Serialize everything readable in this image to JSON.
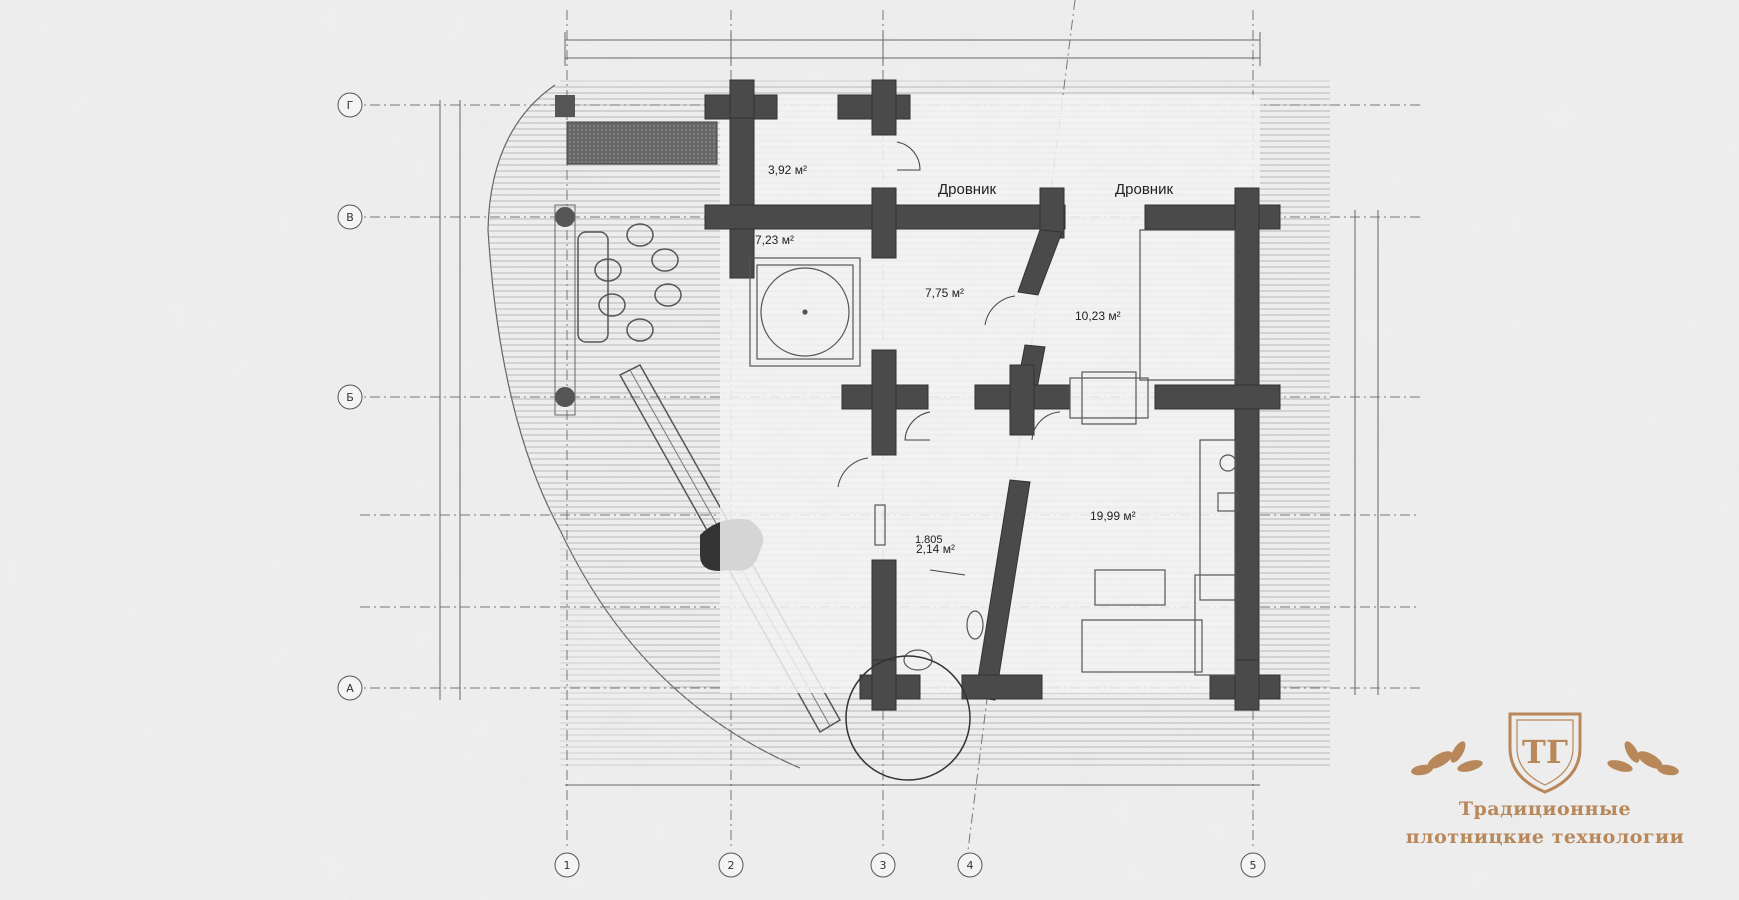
{
  "rooms": {
    "r392": "3,92 м²",
    "r723": "7,23 м²",
    "r775": "7,75 м²",
    "r1023": "10,23 м²",
    "r1999": "19,99 м²",
    "r214": "2,14 м²",
    "r214_dim": "1.805"
  },
  "woodshed_labels": [
    "Дровник",
    "Дровник"
  ],
  "grid_axes": {
    "rows": [
      "Г",
      "В",
      "Б",
      "А"
    ],
    "columns": [
      "1",
      "2",
      "3",
      "4",
      "5"
    ]
  },
  "logo": {
    "monogram": "ТГ",
    "line1": "Традиционные",
    "line2": "плотницкие технологии"
  },
  "colors": {
    "wall": "#4a4a4a",
    "line": "#555555",
    "hatch": "#aaaaaa",
    "logo": "#b8875a",
    "background": "#ebebeb"
  }
}
